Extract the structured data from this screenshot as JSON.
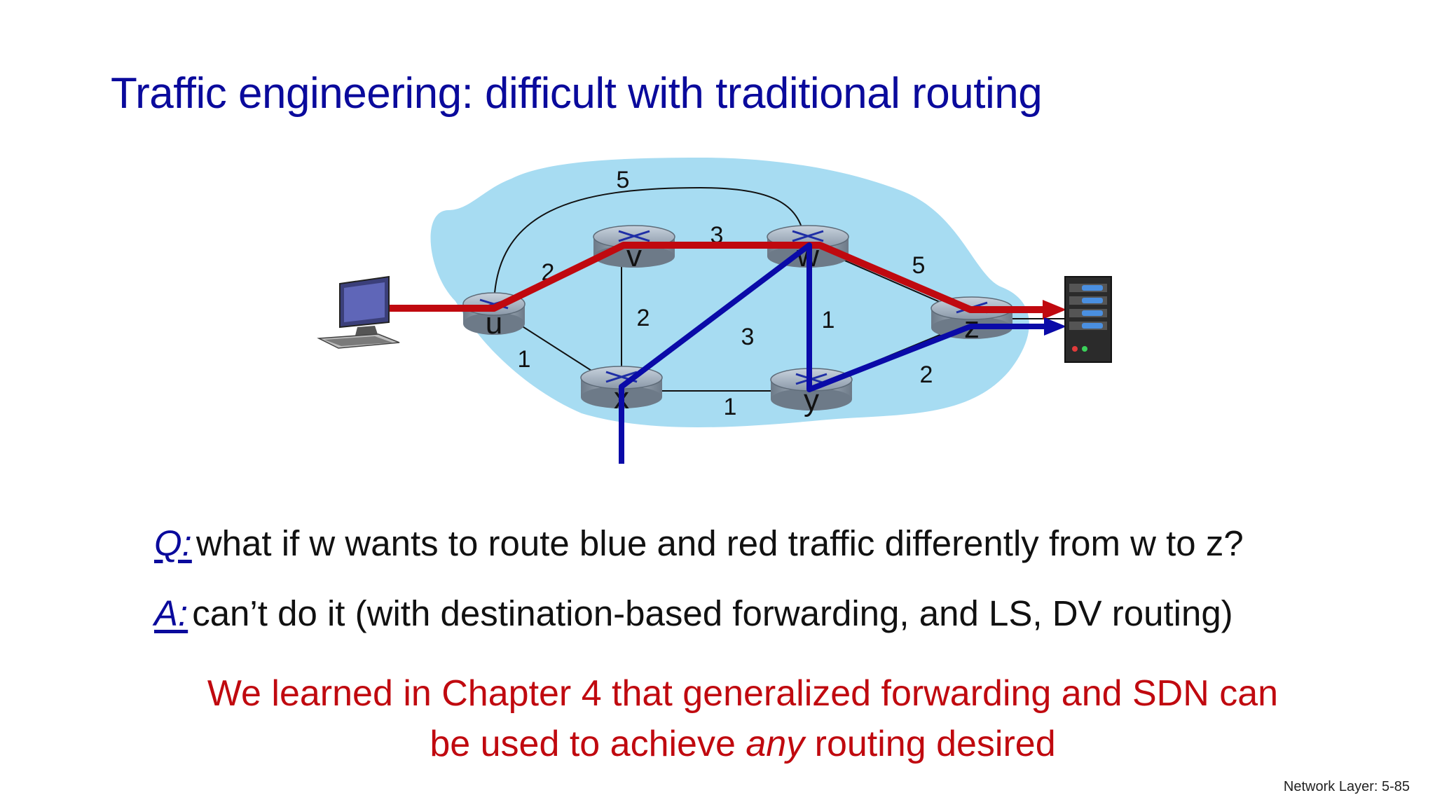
{
  "slide": {
    "title": "Traffic engineering: difficult with traditional routing",
    "question": {
      "tag": "Q:",
      "text": "what if w wants to route blue and red traffic differently from w to z?"
    },
    "answer": {
      "tag": "A:",
      "text": "can’t do it (with destination-based forwarding, and LS, DV routing)"
    },
    "note": {
      "line1": "We learned in Chapter 4 that generalized forwarding and SDN can",
      "line2_before": "be used to achieve ",
      "line2_emph": "any",
      "line2_after": " routing desired"
    },
    "footer": "Network Layer: 5-85"
  },
  "network": {
    "colors": {
      "cloud": "#a7dcf2",
      "red_path": "#c0090f",
      "blue_path": "#0a0aa8",
      "router": "#9aa7b5"
    },
    "routers": [
      "u",
      "v",
      "w",
      "x",
      "y",
      "z"
    ],
    "links": [
      {
        "from": "u",
        "to": "v",
        "cost": "2"
      },
      {
        "from": "u",
        "to": "x",
        "cost": "1"
      },
      {
        "from": "u",
        "to": "w",
        "cost": "5"
      },
      {
        "from": "v",
        "to": "w",
        "cost": "3"
      },
      {
        "from": "v",
        "to": "x",
        "cost": "2"
      },
      {
        "from": "w",
        "to": "x",
        "cost": "3"
      },
      {
        "from": "w",
        "to": "y",
        "cost": "1"
      },
      {
        "from": "w",
        "to": "z",
        "cost": "5"
      },
      {
        "from": "x",
        "to": "y",
        "cost": "1"
      },
      {
        "from": "y",
        "to": "z",
        "cost": "2"
      }
    ],
    "red_path": [
      "host",
      "u",
      "v",
      "w",
      "z",
      "server"
    ],
    "blue_path": [
      "entry",
      "x",
      "w",
      "y",
      "z",
      "server"
    ],
    "icons": [
      "desktop-computer-icon",
      "server-icon",
      "router-icon"
    ]
  }
}
